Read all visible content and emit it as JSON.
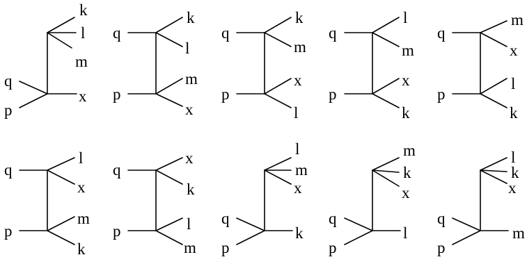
{
  "diagrams": [
    {
      "top_labels": [
        "k",
        "l",
        "m"
      ],
      "bottom_labels": [
        "q",
        "p",
        "x"
      ]
    },
    {
      "top_labels": [
        "q",
        "k",
        "l"
      ],
      "bottom_labels": [
        "p",
        "m",
        "x"
      ]
    },
    {
      "top_labels": [
        "q",
        "k",
        "m"
      ],
      "bottom_labels": [
        "p",
        "x",
        "l"
      ]
    },
    {
      "top_labels": [
        "q",
        "l",
        "m"
      ],
      "bottom_labels": [
        "p",
        "x",
        "k"
      ]
    },
    {
      "top_labels": [
        "q",
        "m",
        "x"
      ],
      "bottom_labels": [
        "p",
        "l",
        "k"
      ]
    },
    {
      "top_labels": [
        "q",
        "l",
        "x"
      ],
      "bottom_labels": [
        "p",
        "m",
        "k"
      ]
    },
    {
      "top_labels": [
        "q",
        "x",
        "k"
      ],
      "bottom_labels": [
        "p",
        "l",
        "m"
      ]
    },
    {
      "top_labels": [
        "l",
        "m",
        "x"
      ],
      "bottom_labels": [
        "q",
        "p",
        "k"
      ]
    },
    {
      "top_labels": [
        "m",
        "k",
        "x"
      ],
      "bottom_labels": [
        "q",
        "p",
        "l"
      ]
    },
    {
      "top_labels": [
        "l",
        "k",
        "x"
      ],
      "bottom_labels": [
        "q",
        "p",
        "m"
      ]
    }
  ]
}
